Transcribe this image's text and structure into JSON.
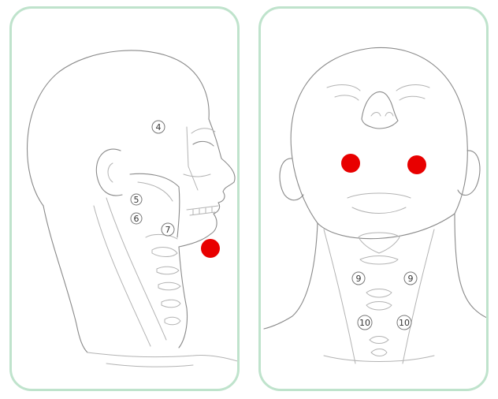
{
  "panels": {
    "left": {
      "view": "profile",
      "markers": [
        {
          "label": "4"
        },
        {
          "label": "5"
        },
        {
          "label": "6"
        },
        {
          "label": "7"
        }
      ],
      "highlight_count": 1
    },
    "right": {
      "view": "frontal",
      "markers": [
        {
          "label": "9"
        },
        {
          "label": "9"
        },
        {
          "label": "10"
        },
        {
          "label": "10"
        }
      ],
      "highlight_count": 2
    }
  },
  "colors": {
    "panel_border": "#bfe3cc",
    "highlight": "#e80000",
    "sketch": "#8a8a8a"
  }
}
